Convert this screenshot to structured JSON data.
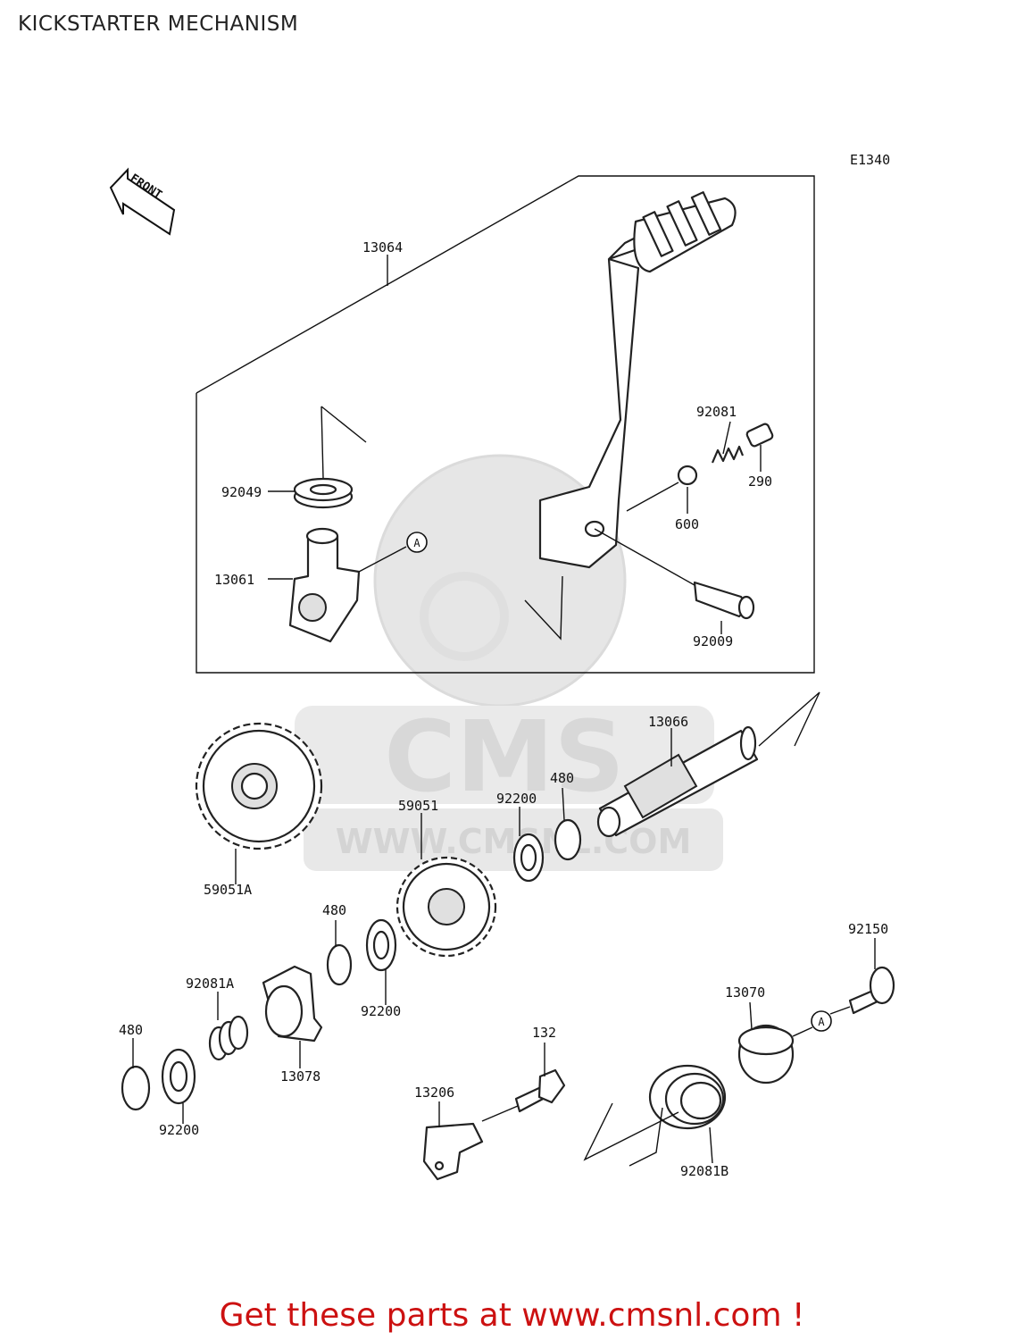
{
  "title": "KICKSTARTER MECHANISM",
  "diagram_code": "E1340",
  "front_label": "FRONT",
  "callout_a": "A",
  "watermark": {
    "brand": "CMS",
    "url": "WWW.CMSNL.COM"
  },
  "parts": [
    {
      "id": "p13064",
      "number": "13064"
    },
    {
      "id": "p92081",
      "number": "92081"
    },
    {
      "id": "p290",
      "number": "290"
    },
    {
      "id": "p92049",
      "number": "92049"
    },
    {
      "id": "p600",
      "number": "600"
    },
    {
      "id": "p13061",
      "number": "13061"
    },
    {
      "id": "p92009",
      "number": "92009"
    },
    {
      "id": "p13066",
      "number": "13066"
    },
    {
      "id": "p480a",
      "number": "480"
    },
    {
      "id": "p92200a",
      "number": "92200"
    },
    {
      "id": "p59051",
      "number": "59051"
    },
    {
      "id": "p59051A",
      "number": "59051A"
    },
    {
      "id": "p480b",
      "number": "480"
    },
    {
      "id": "p92200b",
      "number": "92200"
    },
    {
      "id": "p92081A",
      "number": "92081A"
    },
    {
      "id": "p480c",
      "number": "480"
    },
    {
      "id": "p13078",
      "number": "13078"
    },
    {
      "id": "p92200c",
      "number": "92200"
    },
    {
      "id": "p132",
      "number": "132"
    },
    {
      "id": "p13206",
      "number": "13206"
    },
    {
      "id": "p92150",
      "number": "92150"
    },
    {
      "id": "p13070",
      "number": "13070"
    },
    {
      "id": "p92081B",
      "number": "92081B"
    }
  ],
  "footer": {
    "text": "Get these parts at www.cmsnl.com !",
    "color": "#cc1111"
  }
}
